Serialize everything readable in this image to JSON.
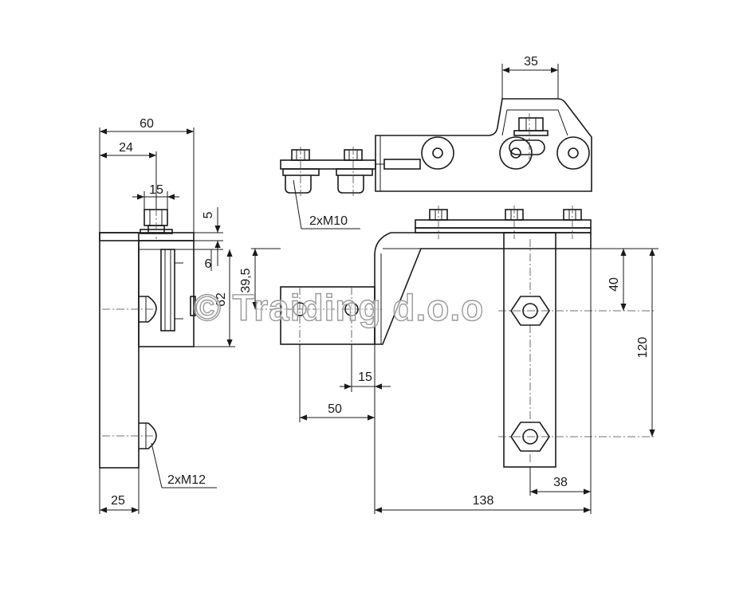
{
  "watermark": "© Traiding d.o.o",
  "side_view": {
    "dim_overall_width": "60",
    "dim_bolt_offset": "24",
    "dim_nut_width": "15",
    "dim_top_plate": "5",
    "dim_flange": "6",
    "dim_height": "62",
    "dim_base_width": "25",
    "bolt_callout": "2xM12"
  },
  "top_view": {
    "dim_cover_width": "35",
    "bolt_callout": "2xM10"
  },
  "front_view": {
    "dim_arm_height": "39,5",
    "dim_hole_offset": "15",
    "dim_hole_spacing": "50",
    "dim_upper_hole": "40",
    "dim_hole_span": "120",
    "dim_post_width": "38",
    "dim_overall_length": "138"
  }
}
